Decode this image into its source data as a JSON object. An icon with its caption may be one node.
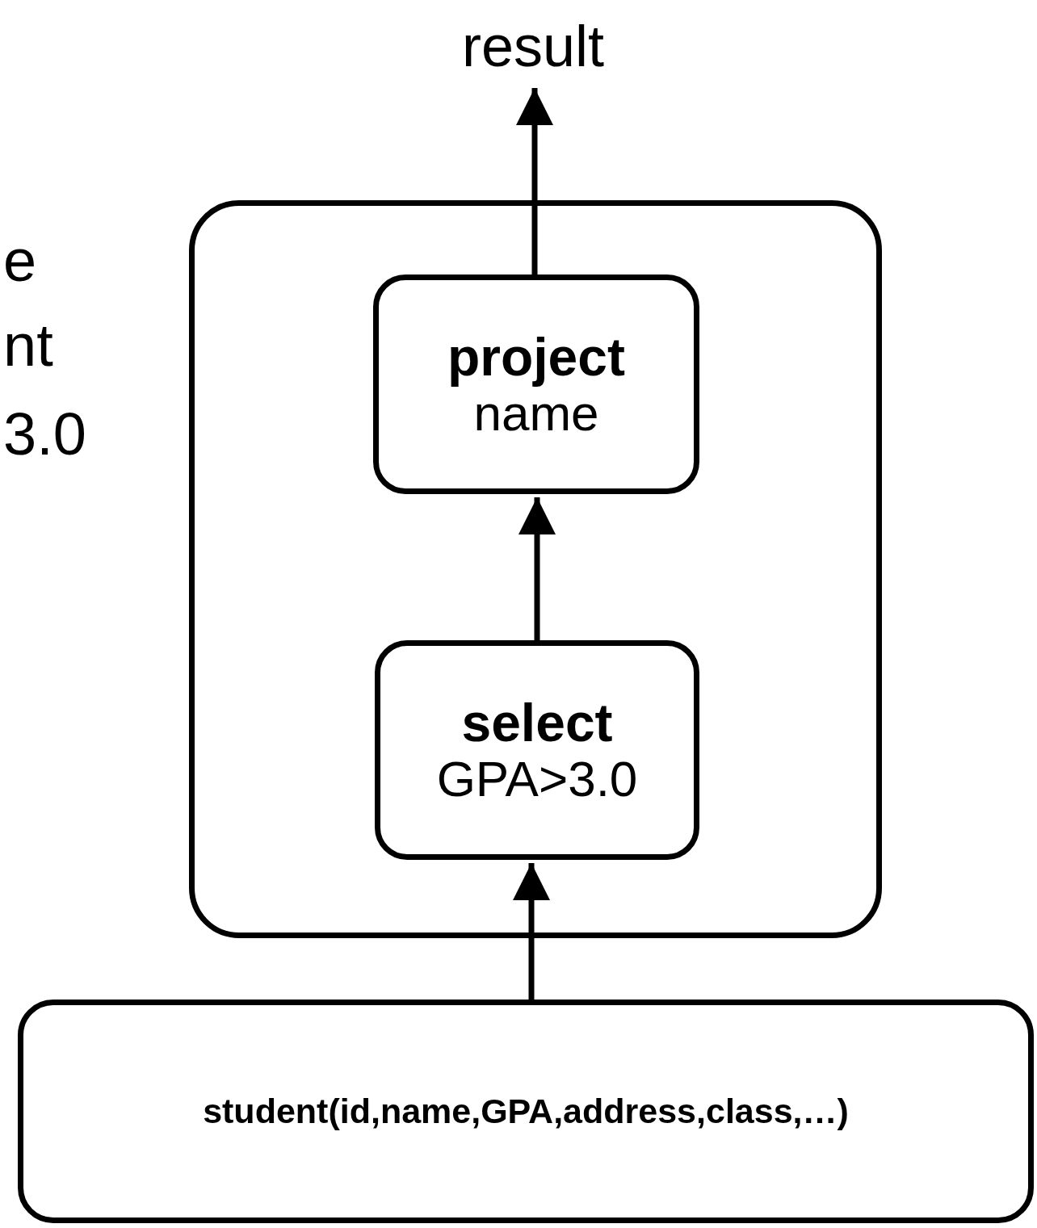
{
  "diagram": {
    "nodes": [
      {
        "text": [
          "result"
        ]
      },
      {
        "text": [],
        "shape": "box"
      },
      {
        "text": [
          "project",
          "name"
        ],
        "in": 1
      },
      {
        "text": [
          "select",
          "GPA>3.0"
        ],
        "in": 1
      },
      {
        "text": [
          "student(id,name,GPA,address,class,…)"
        ]
      }
    ],
    "edges": [
      {
        "from": 4,
        "to": 3,
        "arrow": "to"
      },
      {
        "from": 3,
        "to": 2,
        "arrow": "to"
      },
      {
        "from": 2,
        "to": 0,
        "arrow": "to"
      }
    ],
    "labels": [
      "e",
      "nt",
      "3.0"
    ]
  }
}
